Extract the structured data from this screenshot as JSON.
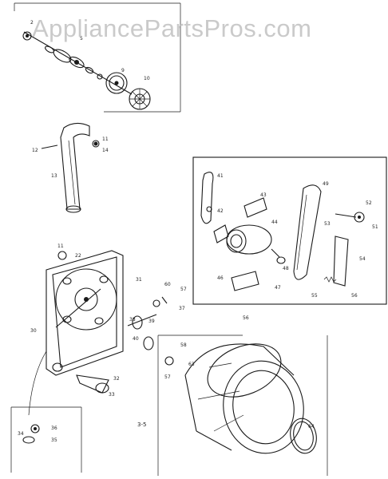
{
  "watermark": "AppliancePartsPros.com",
  "figure_id": "3-5",
  "colors": {
    "ink": "#1a1a1a",
    "watermark": "#b9b9b9",
    "background": "#ffffff"
  },
  "labels": {
    "top_group": [
      "2",
      "5",
      "9",
      "10"
    ],
    "duct": [
      "12",
      "13",
      "11",
      "14"
    ],
    "motor_inset": [
      "41",
      "42",
      "43",
      "44",
      "46",
      "47",
      "48",
      "49",
      "51",
      "52",
      "53",
      "54",
      "55",
      "56"
    ],
    "bulkhead": [
      "22",
      "11",
      "31",
      "30",
      "32",
      "33",
      "37",
      "38",
      "39",
      "40",
      "57",
      "60"
    ],
    "drum": [
      "56",
      "57",
      "58",
      "63",
      "64"
    ],
    "hardware_inset": [
      "36",
      "35",
      "34"
    ]
  }
}
